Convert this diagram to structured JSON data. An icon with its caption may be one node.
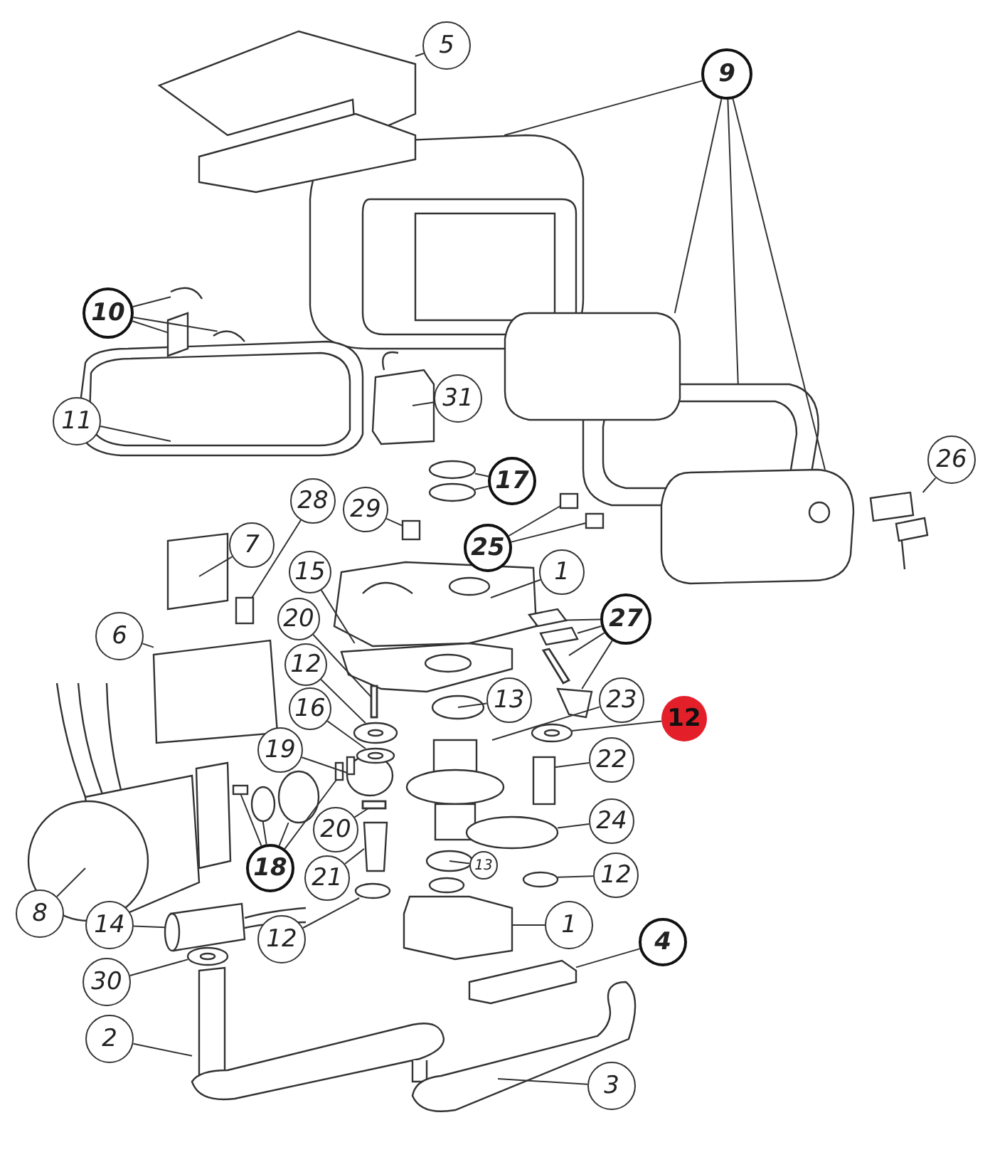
{
  "diagram": {
    "nodes": [
      {
        "text": [
          "5"
        ]
      },
      {
        "text": [
          "9"
        ]
      },
      {
        "text": [
          "10"
        ]
      },
      {
        "text": [
          "11"
        ]
      },
      {
        "text": [
          "31"
        ]
      },
      {
        "text": [
          "17"
        ]
      },
      {
        "text": [
          "26"
        ]
      },
      {
        "text": [
          "28"
        ]
      },
      {
        "text": [
          "29"
        ]
      },
      {
        "text": [
          "25"
        ]
      },
      {
        "text": [
          "7"
        ]
      },
      {
        "text": [
          "1"
        ]
      },
      {
        "text": [
          "15"
        ]
      },
      {
        "text": [
          "27"
        ]
      },
      {
        "text": [
          "6"
        ]
      },
      {
        "text": [
          "20"
        ]
      },
      {
        "text": [
          "12"
        ]
      },
      {
        "text": [
          "16"
        ]
      },
      {
        "text": [
          "13"
        ]
      },
      {
        "text": [
          "23"
        ]
      },
      {
        "text": [
          "12"
        ]
      },
      {
        "text": [
          "22"
        ]
      },
      {
        "text": [
          "19"
        ]
      },
      {
        "text": [
          "20"
        ]
      },
      {
        "text": [
          "18"
        ]
      },
      {
        "text": [
          "24"
        ]
      },
      {
        "text": [
          "13"
        ]
      },
      {
        "text": [
          "21"
        ]
      },
      {
        "text": [
          "12"
        ]
      },
      {
        "text": [
          "8"
        ]
      },
      {
        "text": [
          "14"
        ]
      },
      {
        "text": [
          "12"
        ]
      },
      {
        "text": [
          "1"
        ]
      },
      {
        "text": [
          "4"
        ]
      },
      {
        "text": [
          "30"
        ]
      },
      {
        "text": [
          "2"
        ]
      },
      {
        "text": [
          "3"
        ]
      },
      {
        "text": [],
        "shape": "picture"
      },
      {
        "text": [],
        "shape": "picture"
      },
      {
        "text": [],
        "shape": "box"
      },
      {
        "text": [],
        "shape": "box"
      },
      {
        "text": [],
        "shape": "picture"
      },
      {
        "text": [],
        "shape": "picture"
      },
      {
        "text": [],
        "shape": "box"
      },
      {
        "text": [],
        "shape": "picture"
      },
      {
        "text": [],
        "shape": "box"
      },
      {
        "text": [],
        "shape": "box"
      },
      {
        "text": [],
        "shape": "ellipse"
      },
      {
        "text": [],
        "shape": "ellipse"
      },
      {
        "text": [],
        "shape": "picture"
      },
      {
        "text": [],
        "shape": "box"
      },
      {
        "text": [],
        "shape": "box"
      },
      {
        "text": [],
        "shape": "box"
      },
      {
        "text": [],
        "shape": "box"
      },
      {
        "text": [],
        "shape": "box"
      },
      {
        "text": [],
        "shape": "picture"
      },
      {
        "text": [],
        "shape": "picture"
      },
      {
        "text": [],
        "shape": "box"
      },
      {
        "text": [],
        "shape": "box"
      },
      {
        "text": [],
        "shape": "bar"
      },
      {
        "text": [],
        "shape": "box"
      },
      {
        "text": [],
        "shape": "box"
      },
      {
        "text": [],
        "shape": "bar"
      },
      {
        "text": [],
        "shape": "ellipse"
      },
      {
        "text": [],
        "shape": "ellipse"
      },
      {
        "text": [],
        "shape": "ellipse"
      },
      {
        "text": [],
        "shape": "picture"
      },
      {
        "text": [],
        "shape": "ellipse"
      },
      {
        "text": [],
        "shape": "box"
      },
      {
        "text": [],
        "shape": "ellipse"
      },
      {
        "text": [],
        "shape": "bar"
      },
      {
        "text": [],
        "shape": "box"
      },
      {
        "text": [],
        "shape": "ellipse"
      },
      {
        "text": [],
        "shape": "ellipse"
      },
      {
        "text": [],
        "shape": "box"
      },
      {
        "text": [],
        "shape": "ellipse"
      },
      {
        "text": [],
        "shape": "ellipse"
      },
      {
        "text": [],
        "shape": "box"
      },
      {
        "text": [],
        "shape": "ellipse"
      },
      {
        "text": [],
        "shape": "picture"
      },
      {
        "text": [],
        "shape": "box"
      },
      {
        "text": [],
        "shape": "ellipse"
      },
      {
        "text": [],
        "shape": "picture"
      },
      {
        "text": [],
        "shape": "box"
      },
      {
        "text": [],
        "shape": "ellipse"
      },
      {
        "text": [],
        "shape": "picture"
      },
      {
        "text": [],
        "shape": "picture"
      }
    ],
    "edges": [
      {
        "from": 0,
        "to": 37,
        "arrow": "none"
      },
      {
        "from": 1,
        "to": 38,
        "arrow": "none"
      },
      {
        "from": 1,
        "to": 39,
        "arrow": "none"
      },
      {
        "from": 1,
        "to": 40,
        "arrow": "none"
      },
      {
        "from": 1,
        "to": 41,
        "arrow": "none"
      },
      {
        "from": 2,
        "to": 42,
        "arrow": "none"
      },
      {
        "from": 2,
        "to": 43,
        "arrow": "none"
      },
      {
        "from": 2,
        "to": 44,
        "arrow": "none"
      },
      {
        "from": 3,
        "to": 45,
        "arrow": "none"
      },
      {
        "from": 4,
        "to": 46,
        "arrow": "none"
      },
      {
        "from": 5,
        "to": 47,
        "arrow": "none"
      },
      {
        "from": 5,
        "to": 48,
        "arrow": "none"
      },
      {
        "from": 6,
        "to": 49,
        "arrow": "none"
      },
      {
        "from": 7,
        "to": 50,
        "arrow": "none"
      },
      {
        "from": 8,
        "to": 51,
        "arrow": "none"
      },
      {
        "from": 9,
        "to": 52,
        "arrow": "none"
      },
      {
        "from": 9,
        "to": 53,
        "arrow": "none"
      },
      {
        "from": 10,
        "to": 54,
        "arrow": "none"
      },
      {
        "from": 11,
        "to": 55,
        "arrow": "none"
      },
      {
        "from": 12,
        "to": 56,
        "arrow": "none"
      },
      {
        "from": 13,
        "to": 57,
        "arrow": "none"
      },
      {
        "from": 13,
        "to": 58,
        "arrow": "none"
      },
      {
        "from": 13,
        "to": 59,
        "arrow": "none"
      },
      {
        "from": 13,
        "to": 60,
        "arrow": "none"
      },
      {
        "from": 14,
        "to": 61,
        "arrow": "none"
      },
      {
        "from": 15,
        "to": 62,
        "arrow": "none"
      },
      {
        "from": 16,
        "to": 63,
        "arrow": "none"
      },
      {
        "from": 17,
        "to": 64,
        "arrow": "none"
      },
      {
        "from": 18,
        "to": 65,
        "arrow": "none"
      },
      {
        "from": 19,
        "to": 66,
        "arrow": "none"
      },
      {
        "from": 20,
        "to": 67,
        "arrow": "none"
      },
      {
        "from": 21,
        "to": 68,
        "arrow": "none"
      },
      {
        "from": 22,
        "to": 69,
        "arrow": "none"
      },
      {
        "from": 23,
        "to": 70,
        "arrow": "none"
      },
      {
        "from": 24,
        "to": 71,
        "arrow": "none"
      },
      {
        "from": 24,
        "to": 72,
        "arrow": "none"
      },
      {
        "from": 24,
        "to": 73,
        "arrow": "none"
      },
      {
        "from": 24,
        "to": 74,
        "arrow": "none"
      },
      {
        "from": 25,
        "to": 75,
        "arrow": "none"
      },
      {
        "from": 26,
        "to": 76,
        "arrow": "none"
      },
      {
        "from": 27,
        "to": 77,
        "arrow": "none"
      },
      {
        "from": 28,
        "to": 78,
        "arrow": "none"
      },
      {
        "from": 29,
        "to": 79,
        "arrow": "none"
      },
      {
        "from": 30,
        "to": 80,
        "arrow": "none"
      },
      {
        "from": 31,
        "to": 81,
        "arrow": "none"
      },
      {
        "from": 32,
        "to": 82,
        "arrow": "none"
      },
      {
        "from": 33,
        "to": 83,
        "arrow": "none"
      },
      {
        "from": 34,
        "to": 84,
        "arrow": "none"
      },
      {
        "from": 35,
        "to": 85,
        "arrow": "none"
      },
      {
        "from": 36,
        "to": 86,
        "arrow": "none"
      }
    ]
  }
}
